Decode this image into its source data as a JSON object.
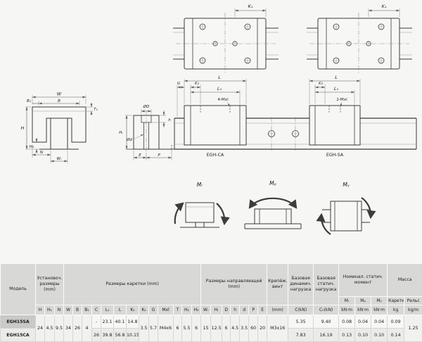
{
  "drawings": {
    "plan_ca": {
      "k1": "K₁"
    },
    "plan_sa": {
      "k1": "K₁"
    },
    "front": {
      "w": "W",
      "b1": "B₁",
      "b": "B",
      "h": "H",
      "h1": "H₁",
      "t1": "T₁",
      "n": "N",
      "wr": "Wᵣ"
    },
    "hole": {
      "dia_big": "ØD",
      "depth": "h",
      "dia_small": "Ød",
      "rail_height": "Hᵣ",
      "e": "E",
      "p": "P"
    },
    "side_ca": {
      "g": "G",
      "k2": "K₂",
      "l": "L",
      "l1": "L₁",
      "holes": "4-Mxl",
      "caption": "EGH-CA"
    },
    "side_sa": {
      "k2": "K₂",
      "l": "L",
      "l1": "L₁",
      "holes": "2-Mxl",
      "caption": "EGH-SA"
    },
    "moments": {
      "mr": "Mᵣ",
      "mp": "Mₚ",
      "my": "Mᵧ"
    }
  },
  "table": {
    "model_header": "Модель",
    "groups": {
      "install": "Установоч. размеры (mm)",
      "carriage": "Размеры каретки (mm)",
      "rail": "Размеры направляющей (mm)",
      "screw": "Крепёж. винт",
      "dyn": "Базовая динамич. нагрузка",
      "stat": "Базовая статич. нагрузка",
      "moment": "Номинал. статич. момент",
      "mass": "Масса"
    },
    "moment_cols": {
      "mr": "Mᵣ",
      "mp": "Mₚ",
      "my": "Mᵧ"
    },
    "mass_cols": {
      "carriage": "Каретка",
      "rail": "Рельс"
    },
    "cols": {
      "h": "H",
      "h1": "H₁",
      "n": "N",
      "w": "W",
      "b": "B",
      "b1": "B₁",
      "c": "C",
      "l1": "L₁",
      "l": "L",
      "k1": "K₁",
      "k2": "K₂",
      "g": "G",
      "mxl": "Mxl",
      "t": "T",
      "h2": "H₂",
      "h3": "H₃",
      "wr": "Wᵣ",
      "hr": "Hᵣ",
      "d_cap": "D",
      "h_low": "h",
      "d_low": "d",
      "p": "P",
      "e": "E",
      "screw_unit": "(mm)",
      "c_dyn": "C(kN)",
      "c_stat": "C₀(kN)",
      "knm": "kN·m",
      "kg": "kg",
      "kgm": "kg/m"
    },
    "shared": {
      "h": "24",
      "h1": "4.5",
      "n": "9.5",
      "w": "34",
      "b": "26",
      "b1": "4",
      "k2": "3.5",
      "g": "5.7",
      "mxl": "M4x6",
      "t": "6",
      "h2": "5.5",
      "h3": "6",
      "wr": "15",
      "hr": "12.5",
      "d_cap": "6",
      "h_low": "4.5",
      "d_low": "3.5",
      "p": "60",
      "e": "20",
      "screw": "M3x16",
      "rail_mass": "1.25"
    },
    "rows": [
      {
        "model": "EGH15SA",
        "c": "-",
        "l1": "23.1",
        "l": "40.1",
        "k1": "14.8",
        "c_dyn": "5.35",
        "c_stat": "9.40",
        "mr": "0.08",
        "mp": "0.04",
        "my": "0.04",
        "mass": "0.09"
      },
      {
        "model": "EGH15CA",
        "c": "26",
        "l1": "39.8",
        "l": "56.8",
        "k1": "10.15",
        "c_dyn": "7.83",
        "c_stat": "16.19",
        "mr": "0.13",
        "mp": "0.10",
        "my": "0.10",
        "mass": "0.14"
      }
    ]
  }
}
